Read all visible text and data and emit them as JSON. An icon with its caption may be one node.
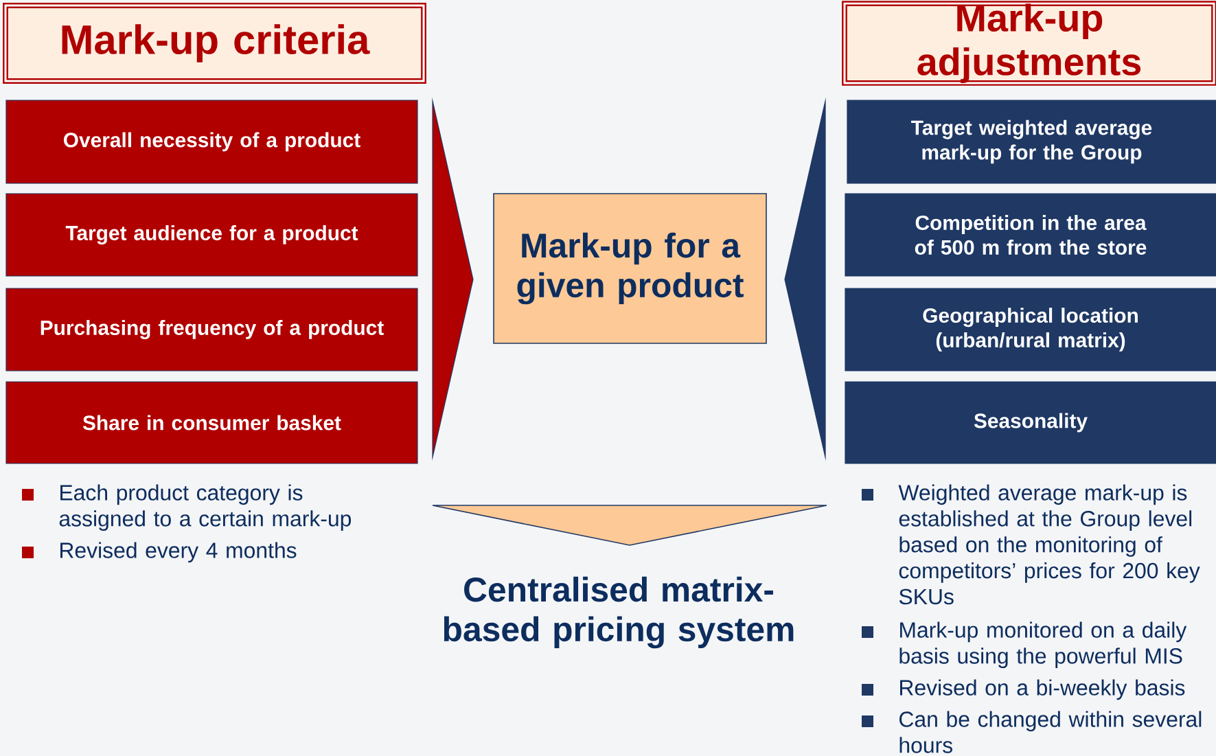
{
  "diagram": {
    "nodes": [
      {
        "text": [
          "Mark-up criteria"
        ]
      },
      {
        "text": [
          "Mark-up adjustments"
        ]
      },
      {
        "text": [
          "Overall necessity of a product"
        ]
      },
      {
        "text": [
          "Target audience for a product"
        ]
      },
      {
        "text": [
          "Purchasing frequency of a product"
        ]
      },
      {
        "text": [
          "Share in consumer basket"
        ]
      },
      {
        "text": [
          "Mark-up for a given product"
        ]
      },
      {
        "text": [
          "Target weighted average mark-up for the Group"
        ]
      },
      {
        "text": [
          "Competition in the area of 500 m from the store"
        ]
      },
      {
        "text": [
          "Geographical location (urban/rural matrix)"
        ]
      },
      {
        "text": [
          "Seasonality"
        ]
      }
    ],
    "labels": [
      "Each product category is assigned to a certain mark-up",
      "Revised every 4 months",
      "Weighted average mark-up is established at the Group level based on the monitoring of competitors’ prices for 200 key SKUs",
      "Mark-up monitored on a daily basis using the powerful MIS",
      "Revised on a bi-weekly basis",
      "Can be changed within several hours",
      "Centralised matrix-based pricing system"
    ]
  }
}
